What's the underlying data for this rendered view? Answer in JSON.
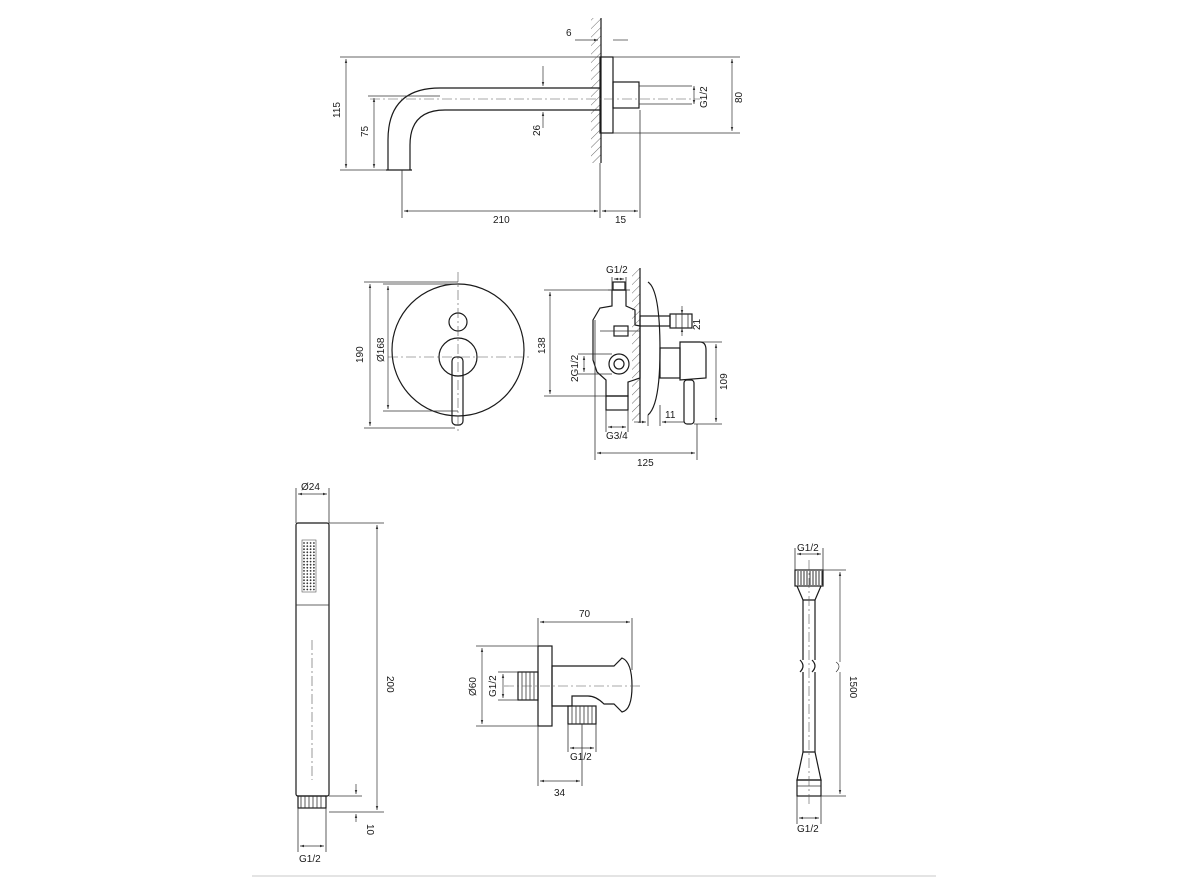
{
  "spout": {
    "dim_wall": "6",
    "dim_height_total": "115",
    "dim_height_outlet": "75",
    "dim_thread": "G1/2",
    "dim_depth": "26",
    "dim_flange_height": "80",
    "dim_length": "210",
    "dim_plate": "15"
  },
  "mixer_front": {
    "dim_height": "190",
    "dim_diameter": "Ø168"
  },
  "mixer_side": {
    "dim_thread_top": "G1/2",
    "dim_height": "138",
    "dim_ports": "2G1/2",
    "dim_21": "21",
    "dim_109": "109",
    "dim_11": "11",
    "dim_thread_bottom": "G3/4",
    "dim_width": "125"
  },
  "hand_shower": {
    "dim_diameter": "Ø24",
    "dim_length": "200",
    "dim_thread_len": "10",
    "dim_thread": "G1/2"
  },
  "wall_outlet": {
    "dim_depth": "70",
    "dim_diameter": "Ø60",
    "dim_thread_in": "G1/2",
    "dim_thread_out": "G1/2",
    "dim_offset": "34"
  },
  "hose": {
    "dim_thread_top": "G1/2",
    "dim_length": "1500",
    "dim_thread_bottom": "G1/2"
  }
}
